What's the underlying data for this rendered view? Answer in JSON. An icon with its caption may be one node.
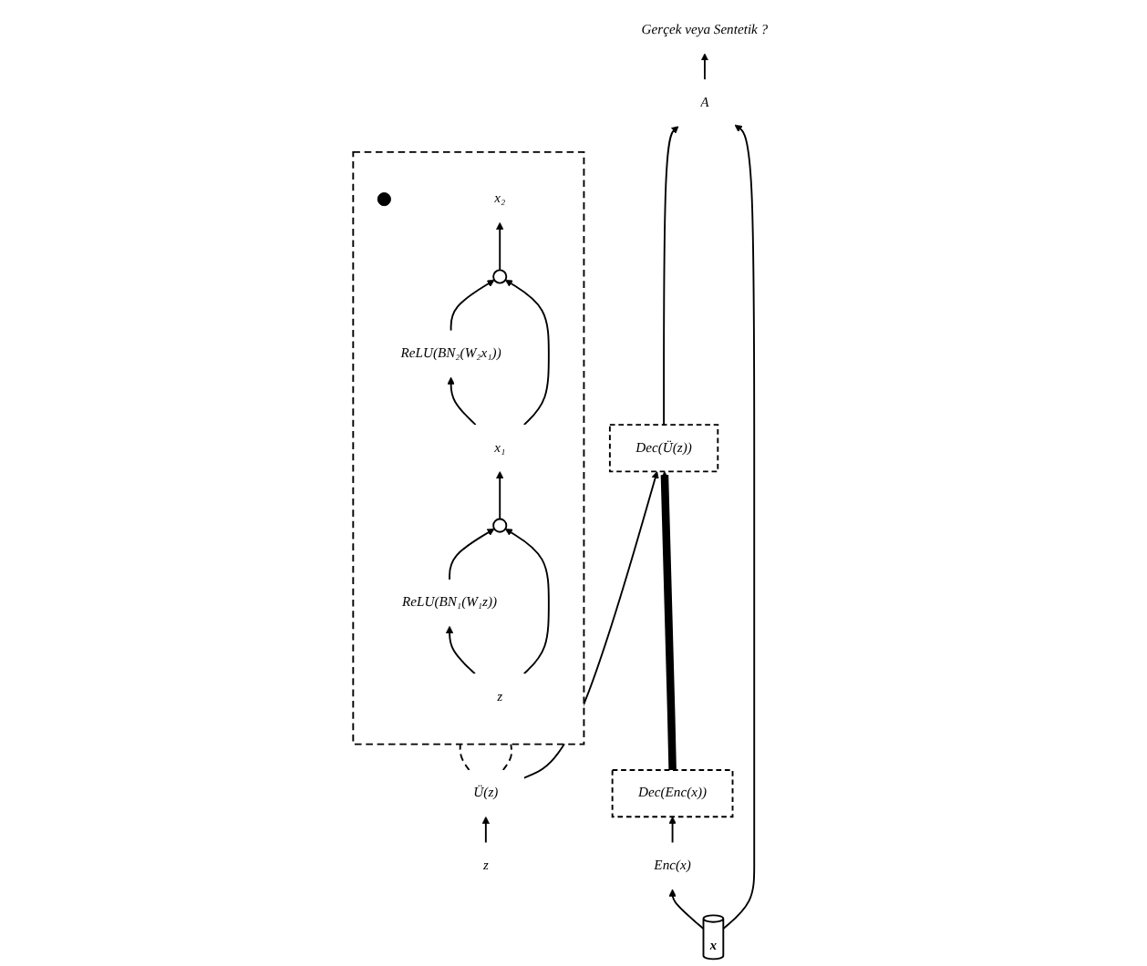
{
  "diagram": {
    "nodes": [
      {
        "text": [
          "Gerçek veya Sentetik ?"
        ]
      },
      {
        "text": [
          "A"
        ]
      },
      {
        "text": [
          "Dec(Ü(z))"
        ]
      },
      {
        "text": [
          "Dec(Enc(x))"
        ]
      },
      {
        "text": [
          "Ü(z)"
        ]
      },
      {
        "text": [
          "Enc(x)"
        ]
      },
      {
        "text": [
          "z"
        ]
      },
      {
        "text": [
          "x"
        ]
      },
      {
        "text": [],
        "shape": "box"
      },
      {
        "text": [],
        "shape": "dots",
        "in": 8
      },
      {
        "text": [
          "x₂"
        ],
        "in": 8
      },
      {
        "text": [],
        "shape": "circle",
        "in": 8
      },
      {
        "text": [
          "ReLU(BN₂(W₂x₁))"
        ],
        "in": 8
      },
      {
        "text": [
          "x₁"
        ],
        "in": 8
      },
      {
        "text": [],
        "shape": "circle",
        "in": 8
      },
      {
        "text": [
          "ReLU(BN₁(W₁z))"
        ],
        "in": 8
      },
      {
        "text": [
          "z"
        ],
        "in": 8
      }
    ],
    "edges": [
      {
        "from": 1,
        "to": 0,
        "arrow": "to"
      },
      {
        "from": 7,
        "to": 1,
        "arrow": "to"
      },
      {
        "from": 2,
        "to": 1,
        "arrow": "to"
      },
      {
        "from": 7,
        "to": 5,
        "arrow": "to"
      },
      {
        "from": 5,
        "to": 3,
        "arrow": "to"
      },
      {
        "from": 3,
        "to": 2,
        "arrow": "to",
        "style": "thick"
      },
      {
        "from": 4,
        "to": 2,
        "arrow": "to"
      },
      {
        "from": 6,
        "to": 4,
        "arrow": "to"
      },
      {
        "from": 4,
        "to": 8,
        "arrow": "none",
        "style": "dashed"
      },
      {
        "from": 4,
        "to": 8,
        "arrow": "none",
        "style": "dashed"
      },
      {
        "from": 16,
        "to": 15,
        "arrow": "to"
      },
      {
        "from": 15,
        "to": 14,
        "arrow": "to"
      },
      {
        "from": 16,
        "to": 14,
        "arrow": "to"
      },
      {
        "from": 14,
        "to": 13,
        "arrow": "to"
      },
      {
        "from": 13,
        "to": 12,
        "arrow": "to"
      },
      {
        "from": 12,
        "to": 11,
        "arrow": "to"
      },
      {
        "from": 13,
        "to": 11,
        "arrow": "to"
      },
      {
        "from": 11,
        "to": 10,
        "arrow": "to"
      }
    ]
  }
}
